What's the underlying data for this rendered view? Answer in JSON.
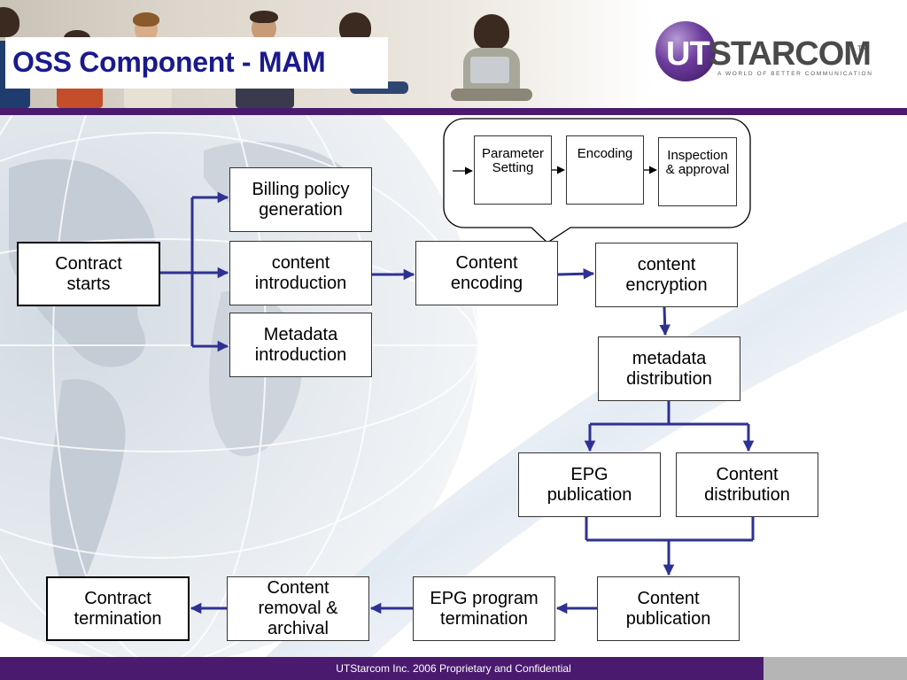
{
  "header": {
    "title": "OSS Component - MAM",
    "logo": {
      "ut": "UT",
      "rest": "STARCOM",
      "tm": "TM",
      "tagline": "A WORLD OF BETTER COMMUNICATION"
    }
  },
  "callout": {
    "steps": [
      {
        "id": "parameter-setting",
        "label": "Parameter\nSetting"
      },
      {
        "id": "encoding",
        "label": "Encoding"
      },
      {
        "id": "inspection-approval",
        "label": "Inspection\n& approval"
      }
    ]
  },
  "process": {
    "contract_starts": "Contract\nstarts",
    "billing_policy": "Billing policy\ngeneration",
    "content_introduction": "content\nintroduction",
    "metadata_introduction": "Metadata\nintroduction",
    "content_encoding": "Content\nencoding",
    "content_encryption": "content\nencryption",
    "metadata_distribution": "metadata\ndistribution",
    "epg_publication": "EPG\npublication",
    "content_distribution": "Content\ndistribution",
    "content_publication": "Content\npublication",
    "epg_program_termination": "EPG program\ntermination",
    "content_removal": "Content\nremoval &\narchival",
    "contract_termination": "Contract\ntermination"
  },
  "colors": {
    "arrow": "#2e3192",
    "header_rule": "#4a1a6e",
    "title": "#1a1a8c",
    "footer": "#4a1a6e"
  },
  "footer": {
    "text": "UTStarcom Inc. 2006 Proprietary and Confidential"
  }
}
